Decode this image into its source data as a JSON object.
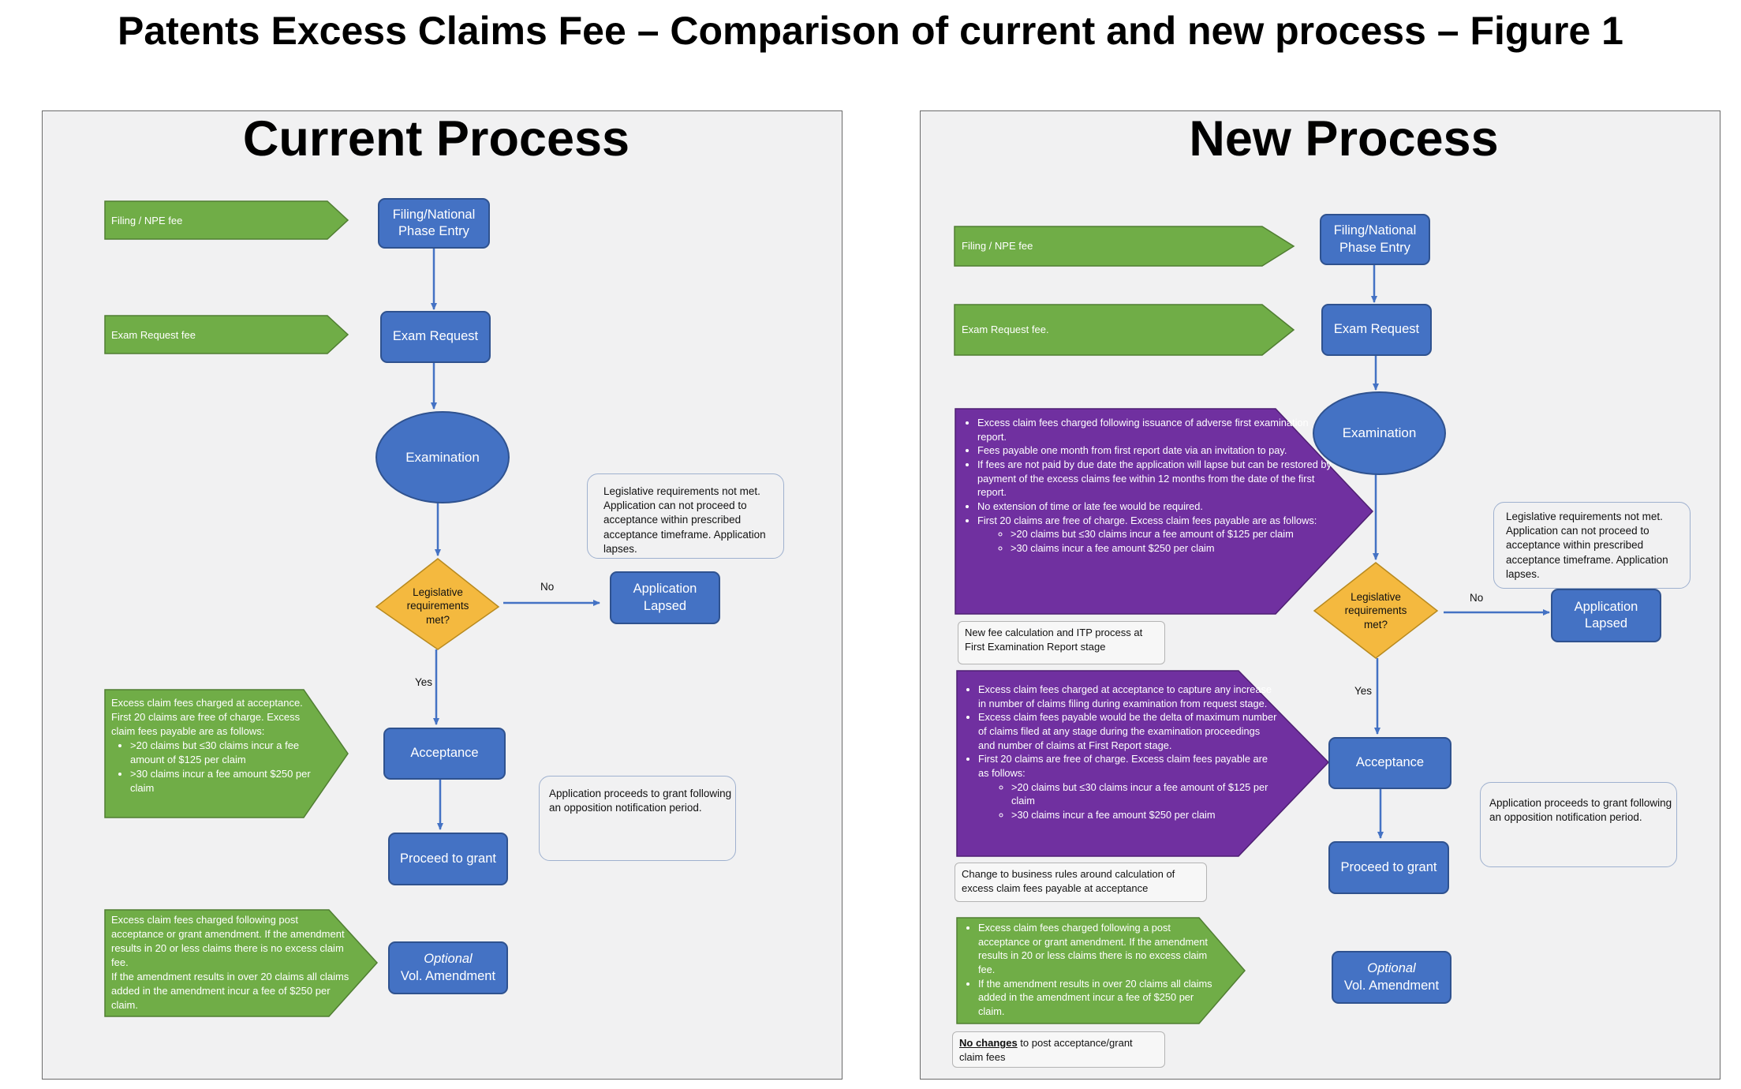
{
  "title": "Patents Excess Claims Fee – Comparison of current and new process – Figure 1",
  "colors": {
    "flow_box": "#4472c4",
    "fee_arrow": "#70ad47",
    "new_rule_arrow": "#7030a0",
    "decision": "#f4b93f"
  },
  "current": {
    "heading": "Current Process",
    "filing_fee": "Filing / NPE fee",
    "filing_line1": "Filing/National",
    "filing_line2": "Phase Entry",
    "exam_fee": "Exam Request fee",
    "exam_request": "Exam Request",
    "examination": "Examination",
    "decision_line1": "Legislative",
    "decision_line2": "requirements",
    "decision_line3": "met?",
    "no_label": "No",
    "yes_label": "Yes",
    "lapsed_line1": "Application",
    "lapsed_line2": "Lapsed",
    "lapse_note": "Legislative requirements not met. Application can not proceed to acceptance within prescribed acceptance timeframe. Application lapses.",
    "acceptance_fee_intro": "Excess claim fees charged at acceptance. First 20 claims are free of charge. Excess claim fees payable are as follows:",
    "acceptance_fee_items": [
      ">20 claims but ≤30 claims incur a fee amount of $125 per claim",
      ">30 claims incur a fee amount $250 per claim"
    ],
    "acceptance": "Acceptance",
    "proceed_to_grant": "Proceed to grant",
    "grant_note": "Application proceeds to grant following an opposition notification period.",
    "amendment_fee_line1": "Excess claim fees charged following post acceptance or grant amendment. If the amendment results in 20 or less claims there is no excess claim fee.",
    "amendment_fee_line2": "If the amendment results in over 20 claims all claims added in the amendment incur a fee of $250 per claim.",
    "optional": "Optional",
    "vol_amendment": "Vol. Amendment"
  },
  "new": {
    "heading": "New Process",
    "filing_fee": "Filing / NPE fee",
    "filing_line1": "Filing/National",
    "filing_line2": "Phase Entry",
    "exam_fee": "Exam Request fee.",
    "exam_request": "Exam Request",
    "examination": "Examination",
    "first_report_items": [
      "Excess claim fees charged following issuance of adverse first examination report.",
      "Fees payable one month from first report date via an invitation to pay.",
      "If fees are not paid by due date the application will lapse but can be restored by payment of the excess claims fee within 12 months from the date of the first report.",
      "No extension of time or late fee would be required.",
      "First 20 claims are free of charge. Excess claim fees payable are as follows:"
    ],
    "first_report_subitems": [
      ">20 claims but ≤30 claims incur a fee amount of $125 per claim",
      ">30 claims incur a fee amount $250 per claim"
    ],
    "first_report_caption": "New fee calculation and ITP process at First Examination Report stage",
    "decision_line1": "Legislative",
    "decision_line2": "requirements",
    "decision_line3": "met?",
    "no_label": "No",
    "yes_label": "Yes",
    "lapsed_line1": "Application",
    "lapsed_line2": "Lapsed",
    "lapse_note": "Legislative requirements not met. Application can not proceed to acceptance within prescribed acceptance timeframe. Application lapses.",
    "acceptance_items": [
      "Excess claim fees charged at acceptance to capture any increase in number of claims filing during examination from request stage.",
      "Excess claim fees payable would be the delta of maximum number of claims filed at any stage during the examination proceedings and number of claims at First Report stage.",
      "First 20 claims are free of charge. Excess claim fees payable are as follows:"
    ],
    "acceptance_subitems": [
      ">20 claims but ≤30 claims incur a fee amount of $125 per claim",
      ">30 claims incur a fee amount $250 per claim"
    ],
    "acceptance_caption": "Change to business rules around calculation of excess claim fees payable at acceptance",
    "acceptance": "Acceptance",
    "proceed_to_grant": "Proceed to grant",
    "grant_note": "Application proceeds to grant following an opposition notification period.",
    "amendment_items": [
      "Excess claim fees charged following a post acceptance or grant amendment. If the amendment results in 20 or less claims there is no excess claim fee.",
      "If the amendment results in over 20 claims all claims added in the amendment incur a fee of $250 per claim."
    ],
    "no_changes_bold": "No changes",
    "no_changes_rest": " to post acceptance/grant claim fees",
    "optional": "Optional",
    "vol_amendment": "Vol. Amendment"
  }
}
